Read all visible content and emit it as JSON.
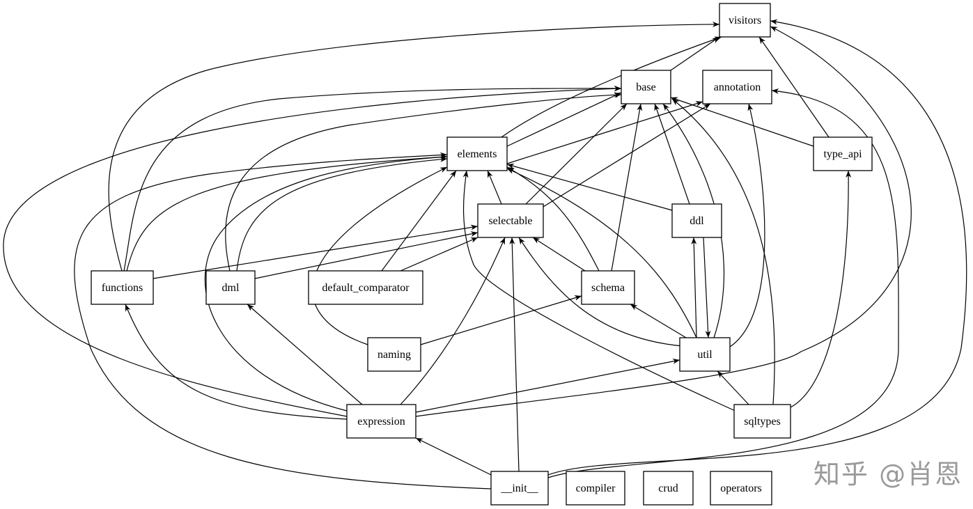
{
  "nodes": [
    {
      "id": "visitors",
      "label": "visitors"
    },
    {
      "id": "base",
      "label": "base"
    },
    {
      "id": "annotation",
      "label": "annotation"
    },
    {
      "id": "elements",
      "label": "elements"
    },
    {
      "id": "type_api",
      "label": "type_api"
    },
    {
      "id": "selectable",
      "label": "selectable"
    },
    {
      "id": "ddl",
      "label": "ddl"
    },
    {
      "id": "functions",
      "label": "functions"
    },
    {
      "id": "dml",
      "label": "dml"
    },
    {
      "id": "default_comparator",
      "label": "default_comparator"
    },
    {
      "id": "schema",
      "label": "schema"
    },
    {
      "id": "naming",
      "label": "naming"
    },
    {
      "id": "util",
      "label": "util"
    },
    {
      "id": "expression",
      "label": "expression"
    },
    {
      "id": "sqltypes",
      "label": "sqltypes"
    },
    {
      "id": "__init__",
      "label": "__init__"
    },
    {
      "id": "compiler",
      "label": "compiler"
    },
    {
      "id": "crud",
      "label": "crud"
    },
    {
      "id": "operators",
      "label": "operators"
    }
  ],
  "edges": [
    [
      "base",
      "visitors"
    ],
    [
      "elements",
      "visitors"
    ],
    [
      "elements",
      "base"
    ],
    [
      "elements",
      "annotation"
    ],
    [
      "functions",
      "visitors"
    ],
    [
      "functions",
      "base"
    ],
    [
      "functions",
      "elements"
    ],
    [
      "dml",
      "base"
    ],
    [
      "dml",
      "elements"
    ],
    [
      "dml",
      "selectable"
    ],
    [
      "functions",
      "selectable"
    ],
    [
      "default_comparator",
      "elements"
    ],
    [
      "default_comparator",
      "selectable"
    ],
    [
      "selectable",
      "elements"
    ],
    [
      "selectable",
      "base"
    ],
    [
      "selectable",
      "annotation"
    ],
    [
      "ddl",
      "elements"
    ],
    [
      "ddl",
      "base"
    ],
    [
      "schema",
      "elements"
    ],
    [
      "schema",
      "selectable"
    ],
    [
      "schema",
      "base"
    ],
    [
      "naming",
      "elements"
    ],
    [
      "naming",
      "schema"
    ],
    [
      "util",
      "elements"
    ],
    [
      "util",
      "selectable"
    ],
    [
      "util",
      "schema"
    ],
    [
      "util",
      "ddl"
    ],
    [
      "ddl",
      "util"
    ],
    [
      "util",
      "base"
    ],
    [
      "util",
      "annotation"
    ],
    [
      "type_api",
      "visitors"
    ],
    [
      "type_api",
      "base"
    ],
    [
      "sqltypes",
      "util"
    ],
    [
      "sqltypes",
      "type_api"
    ],
    [
      "sqltypes",
      "elements"
    ],
    [
      "sqltypes",
      "base"
    ],
    [
      "expression",
      "visitors"
    ],
    [
      "expression",
      "base"
    ],
    [
      "expression",
      "functions"
    ],
    [
      "expression",
      "dml"
    ],
    [
      "expression",
      "elements"
    ],
    [
      "expression",
      "selectable"
    ],
    [
      "expression",
      "util"
    ],
    [
      "__init__",
      "expression"
    ],
    [
      "__init__",
      "selectable"
    ],
    [
      "__init__",
      "elements"
    ],
    [
      "__init__",
      "visitors"
    ],
    [
      "__init__",
      "annotation"
    ]
  ],
  "watermark": "知乎 @肖恩"
}
